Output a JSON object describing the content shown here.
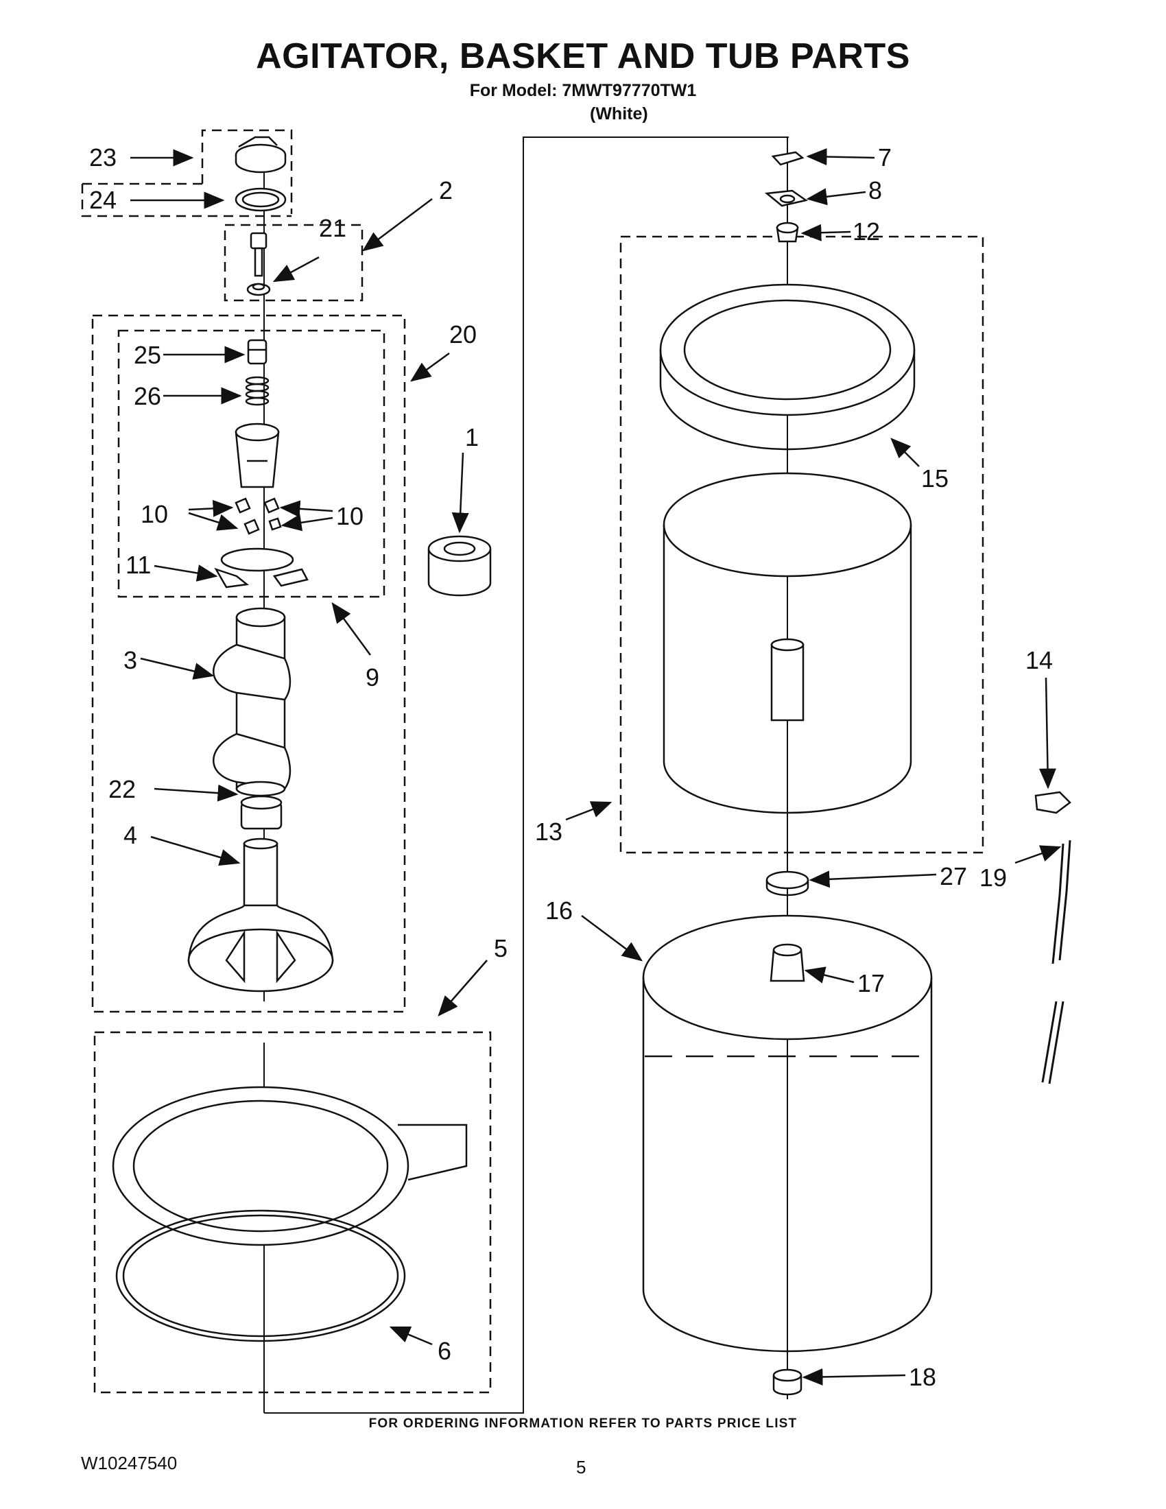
{
  "header": {
    "title": "AGITATOR, BASKET AND TUB PARTS",
    "model_line": "For Model: 7MWT97770TW1",
    "color_line": "(White)"
  },
  "callouts": {
    "c1": "1",
    "c2": "2",
    "c3": "3",
    "c4": "4",
    "c5": "5",
    "c6": "6",
    "c7": "7",
    "c8": "8",
    "c9": "9",
    "c10a": "10",
    "c10b": "10",
    "c11": "11",
    "c12": "12",
    "c13": "13",
    "c14": "14",
    "c15": "15",
    "c16": "16",
    "c17": "17",
    "c18": "18",
    "c19": "19",
    "c20": "20",
    "c21": "21",
    "c22": "22",
    "c23": "23",
    "c24": "24",
    "c25": "25",
    "c26": "26",
    "c27": "27"
  },
  "footer": {
    "ordering_note": "FOR ORDERING INFORMATION REFER TO PARTS PRICE LIST",
    "document_number": "W10247540",
    "page_number": "5"
  }
}
